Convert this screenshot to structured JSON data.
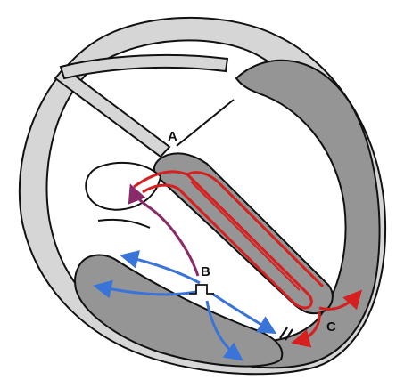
{
  "labels": {
    "a": "A",
    "b": "B",
    "c": "C"
  },
  "colors": {
    "outline": "#111111",
    "wall_light": "#d6d6d6",
    "wall_dark": "#959595",
    "chamber": "#ffffff",
    "conduction_path": "#d61f1f",
    "activation_arrow": "#3a74d8",
    "accessory_arrow": "#8a2a6a"
  },
  "icons": {
    "stimulus": "stimulus-pulse-icon",
    "block": "conduction-block-icon"
  }
}
